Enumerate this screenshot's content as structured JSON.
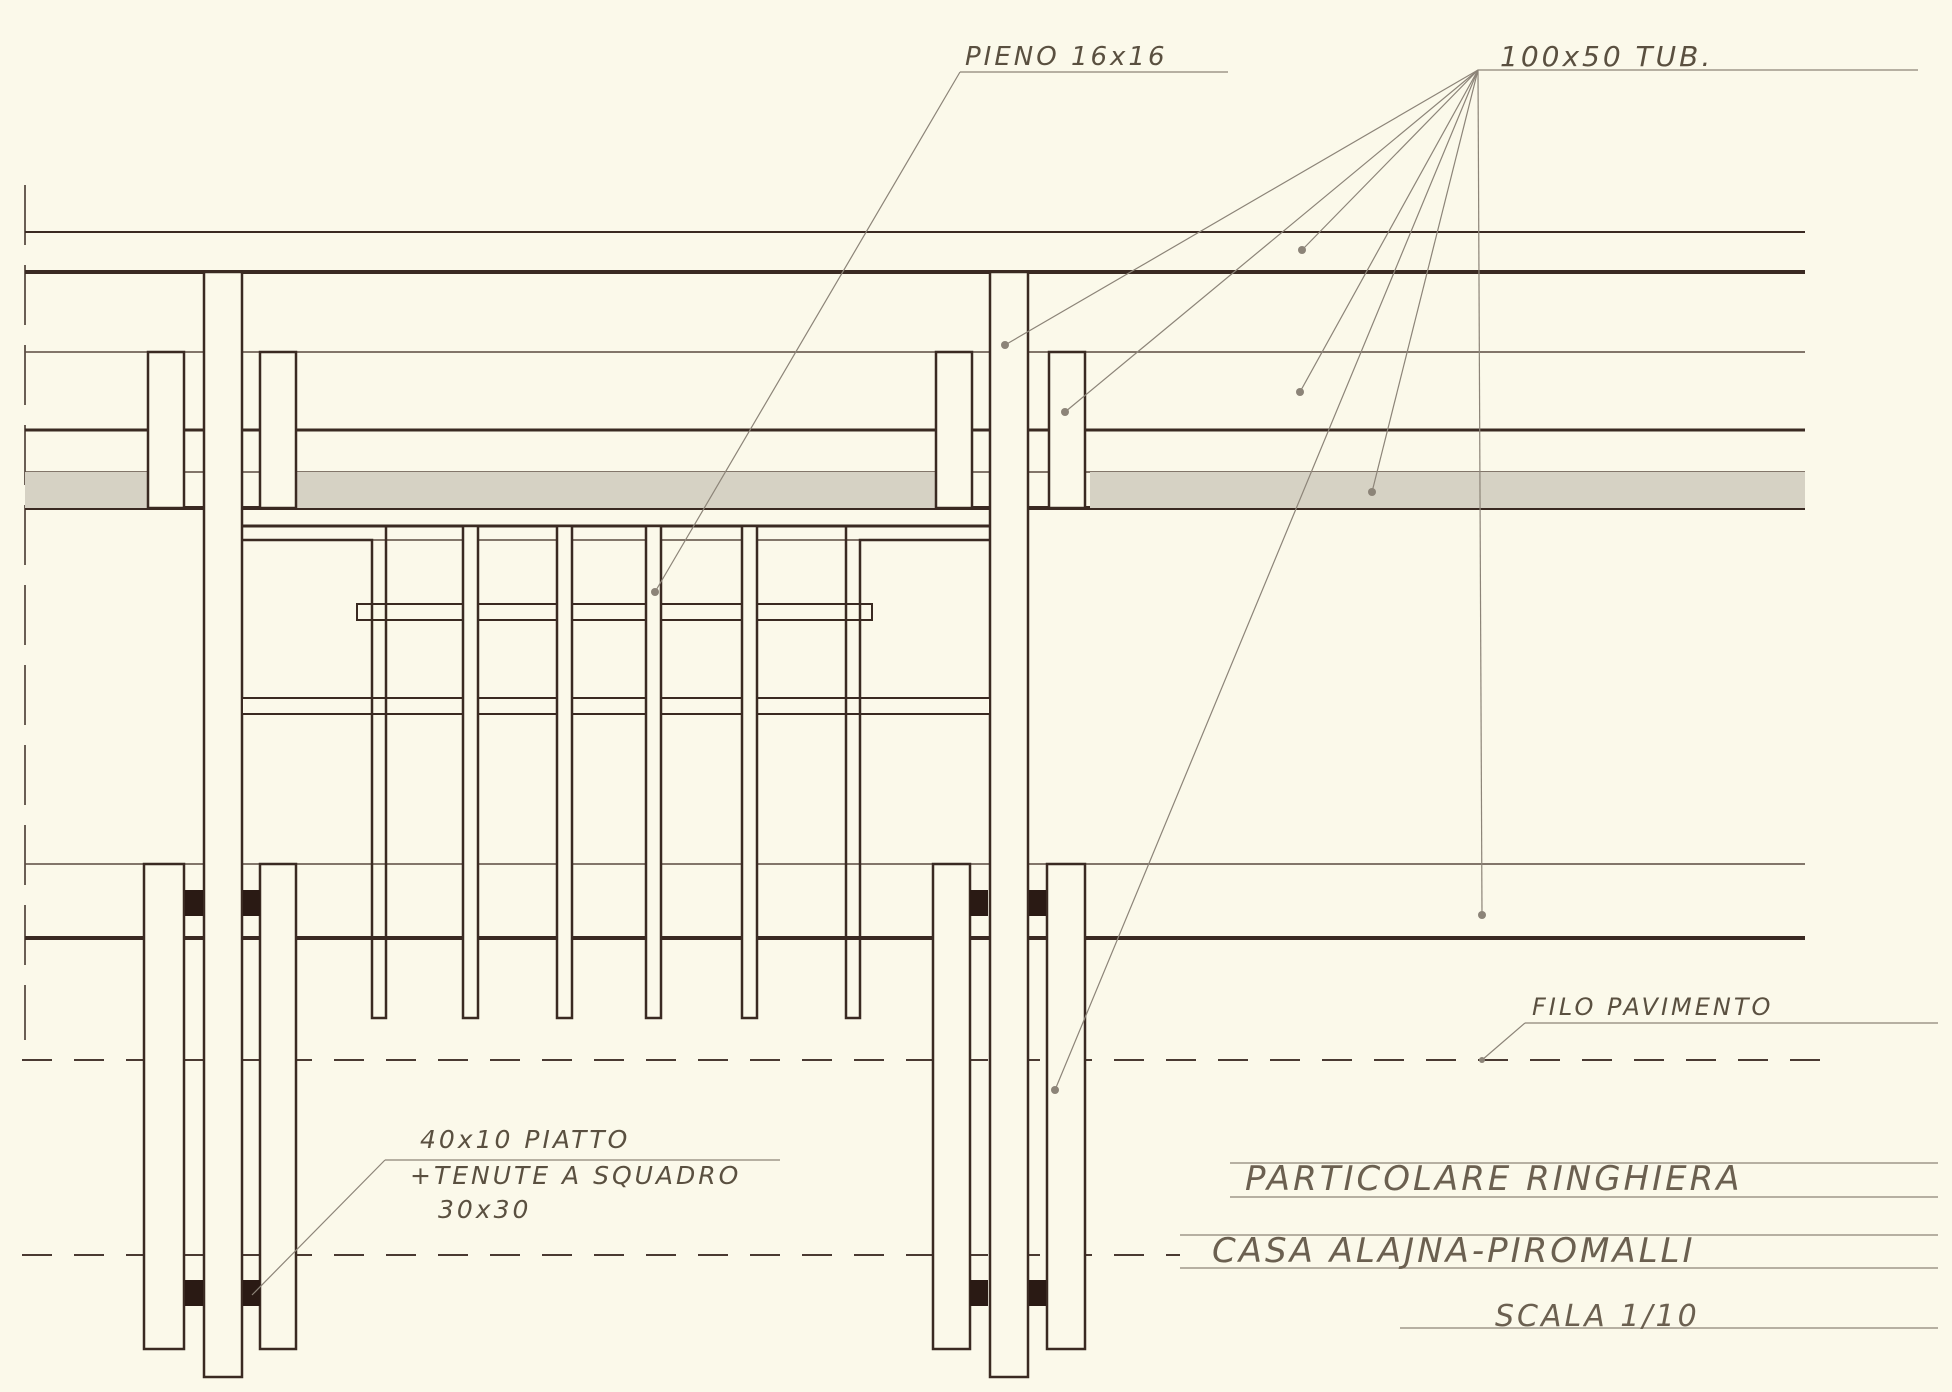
{
  "drawing": {
    "annotations": {
      "top_left": "PIENO 16x16",
      "top_right": "100x50 TUB.",
      "floor_line": "FILO PAVIMENTO",
      "bottom_left_line1": "40x10 PIATTO",
      "bottom_left_line2": "+TENUTE A SQUADRO",
      "bottom_left_line3": "30x30"
    },
    "title_block": {
      "line1": "PARTICOLARE RINGHIERA",
      "line2": "CASA ALAJNA-PIROMALLI",
      "line3": "SCALA 1/10"
    }
  },
  "colors": {
    "paper": "#fbf9ea",
    "ink": "#3a2a22",
    "pencil": "#8c8478",
    "hatch": "#d6d2c4"
  }
}
